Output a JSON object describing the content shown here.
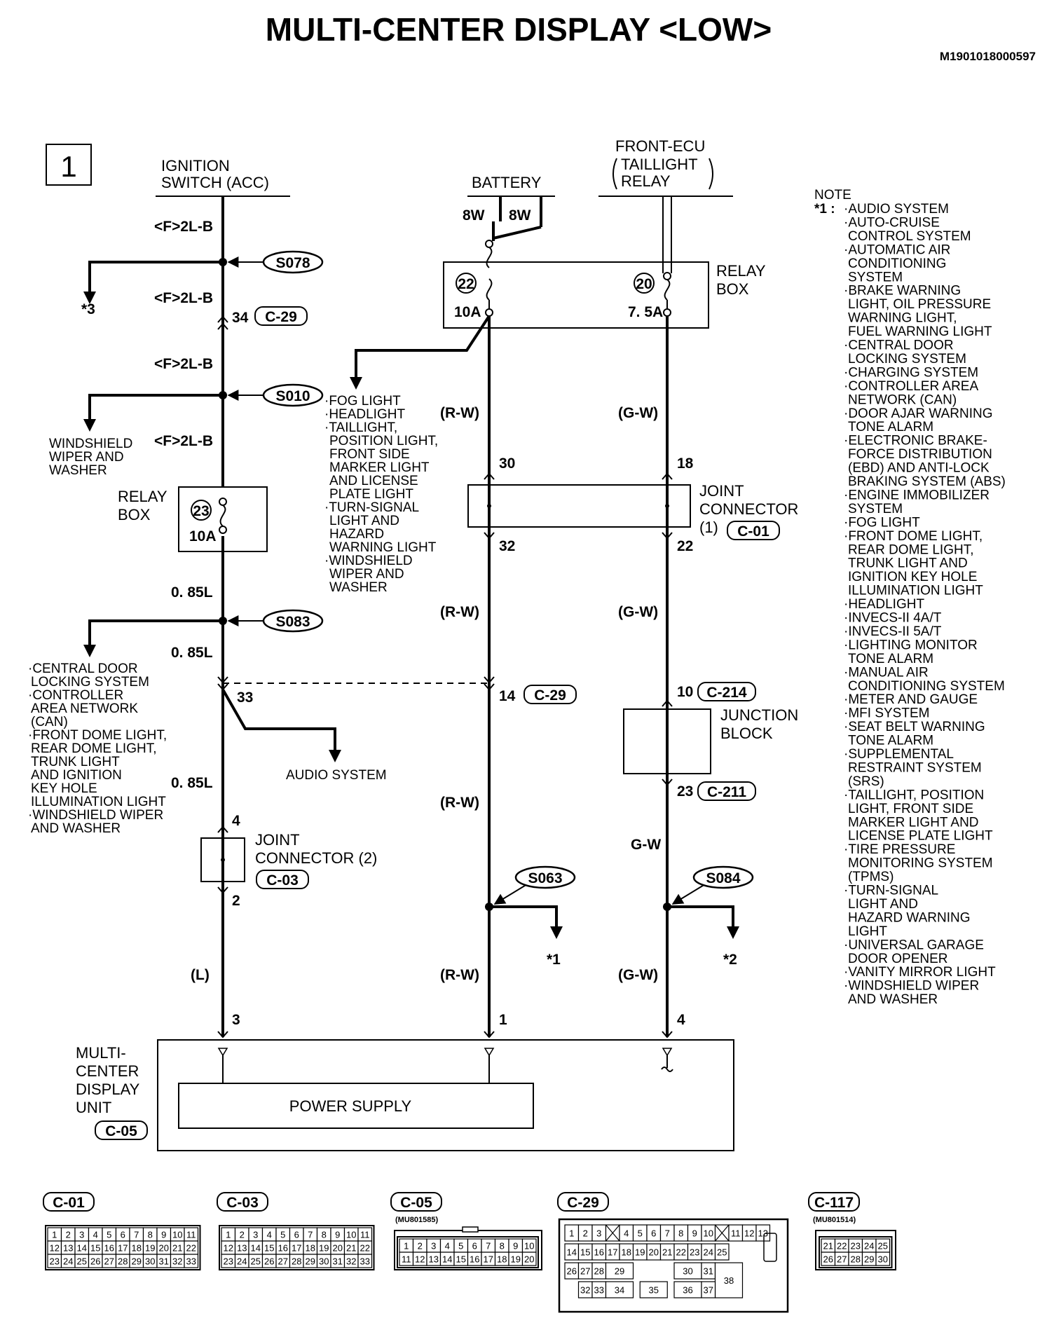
{
  "title": "MULTI-CENTER DISPLAY <LOW>",
  "doc_id": "M1901018000597",
  "page_box": "1",
  "sources": {
    "ign_l1": "IGNITION",
    "ign_l2": "SWITCH (ACC)",
    "battery": "BATTERY",
    "ecu_l1": "FRONT-ECU",
    "ecu_l2": "TAILLIGHT",
    "ecu_l3": "RELAY"
  },
  "wires": {
    "f2lb_1": "<F>2L-B",
    "f2lb_2": "<F>2L-B",
    "f2lb_3": "<F>2L-B",
    "f2lb_4": "<F>2L-B",
    "w085_1": "0. 85L",
    "w085_2": "0. 85L",
    "w085_3": "0. 85L",
    "l": "(L)",
    "bat_8w_a": "8W",
    "bat_8w_b": "8W",
    "rw_1": "(R-W)",
    "rw_2": "(R-W)",
    "rw_3": "(R-W)",
    "rw_4": "(R-W)",
    "gw_1": "(G-W)",
    "gw_2": "(G-W)",
    "gw_3": "G-W",
    "gw_4": "(G-W)"
  },
  "splices": {
    "s078": "S078",
    "s010": "S010",
    "s083": "S083",
    "s063": "S063",
    "s084": "S084"
  },
  "pins": {
    "p34": "34",
    "p30": "30",
    "p18": "18",
    "p32": "32",
    "p22": "22",
    "p33": "33",
    "p14": "14",
    "p10": "10",
    "p23": "23",
    "p4a": "4",
    "p2": "2",
    "p3": "3",
    "p1": "1",
    "p4b": "4"
  },
  "conn_refs": {
    "c29a": "C-29",
    "c29b": "C-29",
    "c01": "C-01",
    "c214": "C-214",
    "c211": "C-211",
    "c03": "C-03",
    "c05": "C-05"
  },
  "fuses": {
    "f22": "22",
    "f22_rating": "10A",
    "f20": "20",
    "f20_rating": "7. 5A",
    "f23": "23",
    "f23_rating": "10A"
  },
  "components": {
    "relay_box_r1": "RELAY",
    "relay_box_r2": "BOX",
    "relay_box_l1": "RELAY",
    "relay_box_l2": "BOX",
    "joint1_l1": "JOINT",
    "joint1_l2": "CONNECTOR",
    "joint1_l3": "(1)",
    "junction_l1": "JUNCTION",
    "junction_l2": "BLOCK",
    "joint2_l1": "JOINT",
    "joint2_l2": "CONNECTOR (2)",
    "mcd_l1": "MULTI-",
    "mcd_l2": "CENTER",
    "mcd_l3": "DISPLAY",
    "mcd_l4": "UNIT",
    "power_supply": "POWER SUPPLY"
  },
  "refs": {
    "star3": "*3",
    "star1": "*1",
    "star2": "*2",
    "audio": "AUDIO SYSTEM"
  },
  "lists": {
    "wiper": [
      "WINDSHIELD",
      "WIPER AND",
      "WASHER"
    ],
    "fuse22": [
      "·FOG LIGHT",
      "·HEADLIGHT",
      "·TAILLIGHT,",
      "POSITION LIGHT,",
      "FRONT SIDE",
      "MARKER LIGHT",
      "AND LICENSE",
      "PLATE LIGHT",
      "·TURN-SIGNAL",
      "LIGHT AND",
      "HAZARD",
      "WARNING LIGHT",
      "·WINDSHIELD",
      "WIPER AND",
      "WASHER"
    ],
    "s083": [
      "·CENTRAL DOOR",
      "LOCKING SYSTEM",
      "·CONTROLLER",
      "AREA NETWORK",
      "(CAN)",
      "·FRONT DOME LIGHT,",
      "REAR DOME LIGHT,",
      "TRUNK LIGHT",
      "AND IGNITION",
      "KEY HOLE",
      "ILLUMINATION LIGHT",
      "·WINDSHIELD WIPER",
      "AND WASHER"
    ]
  },
  "note": {
    "heading": "NOTE",
    "marker": "*1 :",
    "lines": [
      "·AUDIO SYSTEM",
      "·AUTO-CRUISE",
      "CONTROL SYSTEM",
      "·AUTOMATIC AIR",
      "CONDITIONING",
      "SYSTEM",
      "·BRAKE WARNING",
      "LIGHT, OIL PRESSURE",
      "WARNING LIGHT,",
      "FUEL WARNING LIGHT",
      "·CENTRAL DOOR",
      "LOCKING SYSTEM",
      "·CHARGING SYSTEM",
      "·CONTROLLER AREA",
      "NETWORK (CAN)",
      "·DOOR AJAR WARNING",
      "TONE ALARM",
      "·ELECTRONIC BRAKE-",
      "FORCE DISTRIBUTION",
      "(EBD) AND ANTI-LOCK",
      "BRAKING SYSTEM (ABS)",
      "·ENGINE IMMOBILIZER",
      "SYSTEM",
      "·FOG LIGHT",
      "·FRONT DOME LIGHT,",
      "REAR DOME LIGHT,",
      "TRUNK LIGHT AND",
      "IGNITION KEY HOLE",
      "ILLUMINATION LIGHT",
      "·HEADLIGHT",
      "·INVECS-II 4A/T",
      "·INVECS-II 5A/T",
      "·LIGHTING MONITOR",
      "TONE ALARM",
      "·MANUAL AIR",
      "CONDITIONING SYSTEM",
      "·METER AND GAUGE",
      "·MFI SYSTEM",
      "·SEAT BELT WARNING",
      "TONE ALARM",
      "·SUPPLEMENTAL",
      "RESTRAINT SYSTEM",
      "(SRS)",
      "·TAILLIGHT, POSITION",
      "LIGHT, FRONT SIDE",
      "MARKER LIGHT AND",
      "LICENSE PLATE LIGHT",
      "·TIRE PRESSURE",
      "MONITORING SYSTEM",
      "(TPMS)",
      "·TURN-SIGNAL",
      "LIGHT AND",
      "HAZARD WARNING",
      "LIGHT",
      "·UNIVERSAL GARAGE",
      "DOOR OPENER",
      "·VANITY MIRROR LIGHT",
      "·WINDSHIELD WIPER",
      "AND WASHER"
    ]
  },
  "connector_views": {
    "c01": {
      "label": "C-01",
      "rows": [
        [
          "1",
          "2",
          "3",
          "4",
          "5",
          "6",
          "7",
          "8",
          "9",
          "10",
          "11"
        ],
        [
          "12",
          "13",
          "14",
          "15",
          "16",
          "17",
          "18",
          "19",
          "20",
          "21",
          "22"
        ],
        [
          "23",
          "24",
          "25",
          "26",
          "27",
          "28",
          "29",
          "30",
          "31",
          "32",
          "33"
        ]
      ]
    },
    "c03": {
      "label": "C-03",
      "rows": [
        [
          "1",
          "2",
          "3",
          "4",
          "5",
          "6",
          "7",
          "8",
          "9",
          "10",
          "11"
        ],
        [
          "12",
          "13",
          "14",
          "15",
          "16",
          "17",
          "18",
          "19",
          "20",
          "21",
          "22"
        ],
        [
          "23",
          "24",
          "25",
          "26",
          "27",
          "28",
          "29",
          "30",
          "31",
          "32",
          "33"
        ]
      ]
    },
    "c05": {
      "label": "C-05",
      "part": "(MU801585)",
      "rows": [
        [
          "1",
          "2",
          "3",
          "4",
          "5",
          "6",
          "7",
          "8",
          "9",
          "10"
        ],
        [
          "11",
          "12",
          "13",
          "14",
          "15",
          "16",
          "17",
          "18",
          "19",
          "20"
        ]
      ]
    },
    "c29": {
      "label": "C-29",
      "r1": [
        "1",
        "2",
        "3",
        "4",
        "5",
        "6",
        "7",
        "8",
        "9",
        "10",
        "11",
        "12",
        "13"
      ],
      "r2": [
        "14",
        "15",
        "16",
        "17",
        "18",
        "19",
        "20",
        "21",
        "22",
        "23",
        "24",
        "25"
      ],
      "r3a": [
        "26",
        "27",
        "28",
        "29"
      ],
      "r3b": [
        "30",
        "31",
        "38"
      ],
      "r4a": [
        "32",
        "33",
        "34"
      ],
      "r4b": [
        "35",
        "36",
        "37"
      ]
    },
    "c117": {
      "label": "C-117",
      "part": "(MU801514)",
      "rows": [
        [
          "21",
          "22",
          "23",
          "24",
          "25"
        ],
        [
          "26",
          "27",
          "28",
          "29",
          "30"
        ]
      ]
    }
  }
}
